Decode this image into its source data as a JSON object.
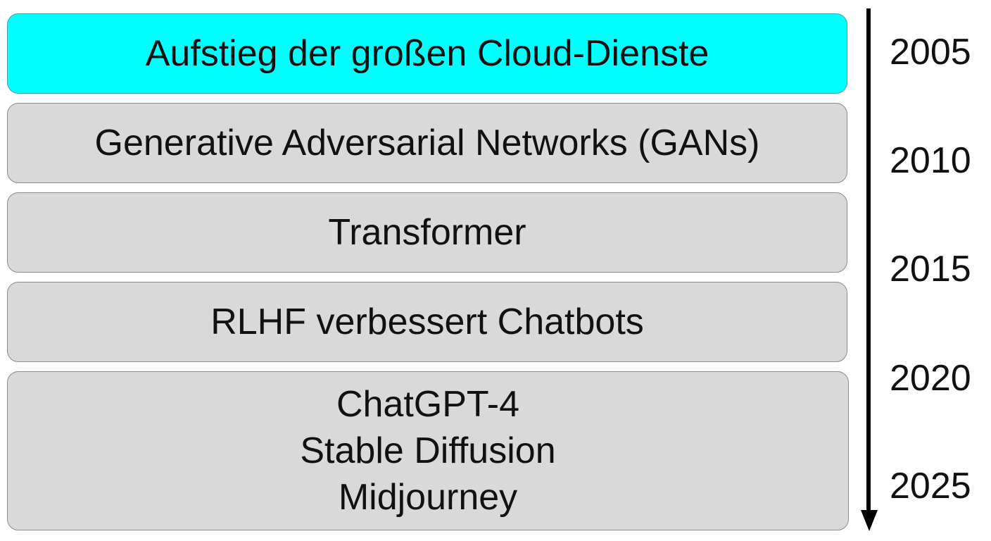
{
  "timeline": {
    "boxes": [
      {
        "lines": [
          "Aufstieg der großen Cloud-Dienste"
        ],
        "highlighted": true
      },
      {
        "lines": [
          "Generative Adversarial Networks (GANs)"
        ],
        "highlighted": false
      },
      {
        "lines": [
          "Transformer"
        ],
        "highlighted": false
      },
      {
        "lines": [
          "RLHF verbessert Chatbots"
        ],
        "highlighted": false
      },
      {
        "lines": [
          "ChatGPT-4",
          "Stable Diffusion",
          "Midjourney"
        ],
        "highlighted": false
      }
    ],
    "years": [
      "2005",
      "2010",
      "2015",
      "2020",
      "2025"
    ]
  },
  "colors": {
    "highlight": "#00ffff",
    "box": "#d9d9d9",
    "border": "#8a8a8a",
    "axis": "#000000"
  }
}
